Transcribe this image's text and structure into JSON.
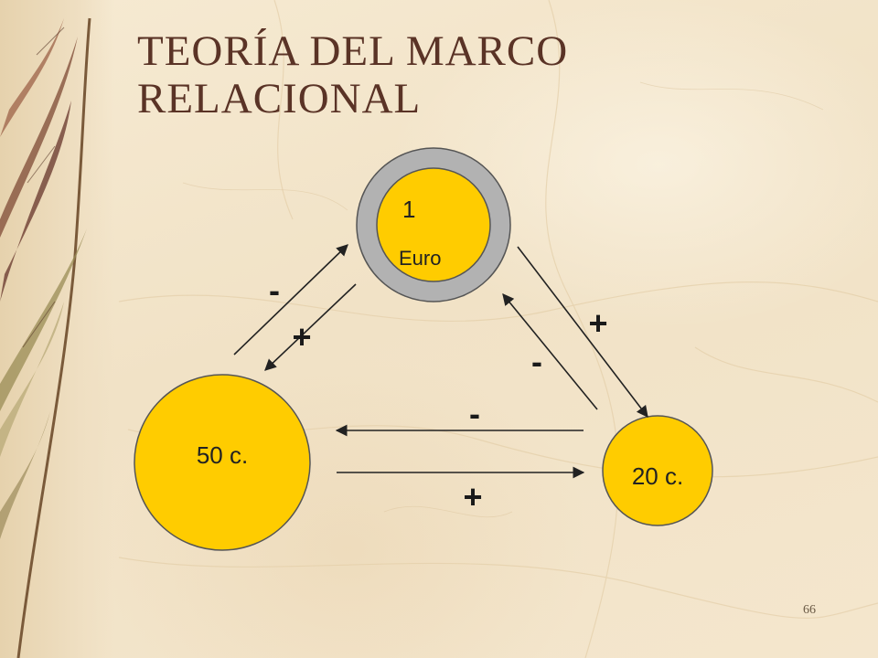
{
  "title": "TEORÍA DEL MARCO RELACIONAL",
  "nodes": {
    "euro": {
      "line1": "1",
      "line2": "Euro"
    },
    "fifty": {
      "label": "50 c."
    },
    "twenty": {
      "label": "20 c."
    }
  },
  "signs": {
    "euro_to_fifty_up": "-",
    "euro_to_fifty_down": "+",
    "euro_to_twenty_down": "+",
    "euro_to_twenty_up": "-",
    "fifty_twenty_left": "-",
    "fifty_twenty_right": "+"
  },
  "page_number": "66",
  "colors": {
    "coin_fill": "#ffcc00",
    "coin_ring": "#b2b2b2",
    "title": "#5a3326",
    "arrow": "#222222"
  }
}
